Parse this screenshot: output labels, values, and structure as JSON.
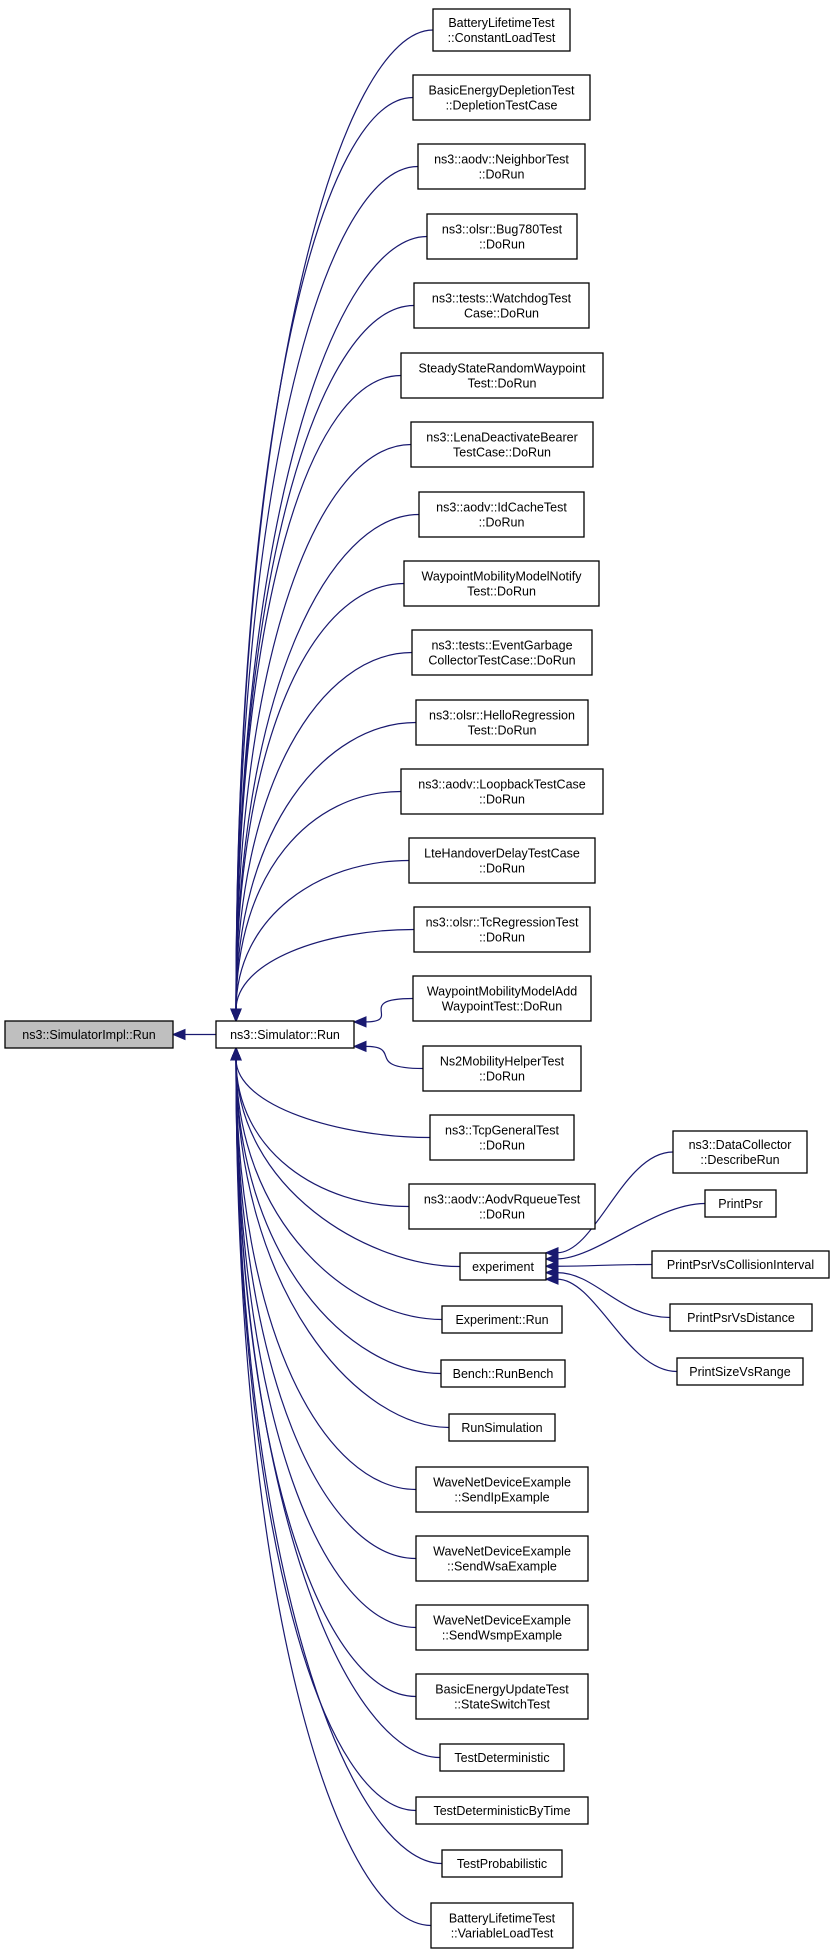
{
  "graph": {
    "root": {
      "id": "impl_run",
      "lines": [
        "ns3::SimulatorImpl::Run"
      ]
    },
    "hub": {
      "id": "sim_run",
      "lines": [
        "ns3::Simulator::Run"
      ]
    },
    "callers": [
      {
        "id": "c1",
        "lines": [
          "BatteryLifetimeTest",
          "::ConstantLoadTest"
        ]
      },
      {
        "id": "c2",
        "lines": [
          "BasicEnergyDepletionTest",
          "::DepletionTestCase"
        ]
      },
      {
        "id": "c3",
        "lines": [
          "ns3::aodv::NeighborTest",
          "::DoRun"
        ]
      },
      {
        "id": "c4",
        "lines": [
          "ns3::olsr::Bug780Test",
          "::DoRun"
        ]
      },
      {
        "id": "c5",
        "lines": [
          "ns3::tests::WatchdogTest",
          "Case::DoRun"
        ]
      },
      {
        "id": "c6",
        "lines": [
          "SteadyStateRandomWaypoint",
          "Test::DoRun"
        ]
      },
      {
        "id": "c7",
        "lines": [
          "ns3::LenaDeactivateBearer",
          "TestCase::DoRun"
        ]
      },
      {
        "id": "c8",
        "lines": [
          "ns3::aodv::IdCacheTest",
          "::DoRun"
        ]
      },
      {
        "id": "c9",
        "lines": [
          "WaypointMobilityModelNotify",
          "Test::DoRun"
        ]
      },
      {
        "id": "c10",
        "lines": [
          "ns3::tests::EventGarbage",
          "CollectorTestCase::DoRun"
        ]
      },
      {
        "id": "c11",
        "lines": [
          "ns3::olsr::HelloRegression",
          "Test::DoRun"
        ]
      },
      {
        "id": "c12",
        "lines": [
          "ns3::aodv::LoopbackTestCase",
          "::DoRun"
        ]
      },
      {
        "id": "c13",
        "lines": [
          "LteHandoverDelayTestCase",
          "::DoRun"
        ]
      },
      {
        "id": "c14",
        "lines": [
          "ns3::olsr::TcRegressionTest",
          "::DoRun"
        ]
      },
      {
        "id": "c15",
        "lines": [
          "WaypointMobilityModelAdd",
          "WaypointTest::DoRun"
        ]
      },
      {
        "id": "c16",
        "lines": [
          "Ns2MobilityHelperTest",
          "::DoRun"
        ]
      },
      {
        "id": "c17",
        "lines": [
          "ns3::TcpGeneralTest",
          "::DoRun"
        ]
      },
      {
        "id": "c18",
        "lines": [
          "ns3::aodv::AodvRqueueTest",
          "::DoRun"
        ]
      },
      {
        "id": "c19",
        "lines": [
          "experiment"
        ]
      },
      {
        "id": "c20",
        "lines": [
          "Experiment::Run"
        ]
      },
      {
        "id": "c21",
        "lines": [
          "Bench::RunBench"
        ]
      },
      {
        "id": "c22",
        "lines": [
          "RunSimulation"
        ]
      },
      {
        "id": "c23",
        "lines": [
          "WaveNetDeviceExample",
          "::SendIpExample"
        ]
      },
      {
        "id": "c24",
        "lines": [
          "WaveNetDeviceExample",
          "::SendWsaExample"
        ]
      },
      {
        "id": "c25",
        "lines": [
          "WaveNetDeviceExample",
          "::SendWsmpExample"
        ]
      },
      {
        "id": "c26",
        "lines": [
          "BasicEnergyUpdateTest",
          "::StateSwitchTest"
        ]
      },
      {
        "id": "c27",
        "lines": [
          "TestDeterministic"
        ]
      },
      {
        "id": "c28",
        "lines": [
          "TestDeterministicByTime"
        ]
      },
      {
        "id": "c29",
        "lines": [
          "TestProbabilistic"
        ]
      },
      {
        "id": "c30",
        "lines": [
          "BatteryLifetimeTest",
          "::VariableLoadTest"
        ]
      }
    ],
    "experiment_callers": [
      {
        "id": "e1",
        "lines": [
          "ns3::DataCollector",
          "::DescribeRun"
        ]
      },
      {
        "id": "e2",
        "lines": [
          "PrintPsr"
        ]
      },
      {
        "id": "e3",
        "lines": [
          "PrintPsrVsCollisionInterval"
        ]
      },
      {
        "id": "e4",
        "lines": [
          "PrintPsrVsDistance"
        ]
      },
      {
        "id": "e5",
        "lines": [
          "PrintSizeVsRange"
        ]
      }
    ]
  },
  "colors": {
    "edge": "#191970",
    "root_fill": "#bfbfbf",
    "node_fill": "#ffffff",
    "border": "#000000"
  }
}
